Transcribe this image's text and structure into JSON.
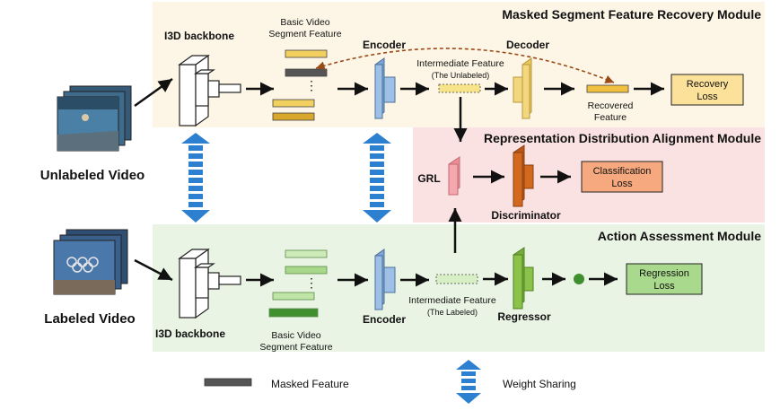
{
  "modules": {
    "recovery": {
      "title": "Masked Segment Feature Recovery Module",
      "color": "#fdf6e6"
    },
    "alignment": {
      "title": "Representation Distribution Alignment Module",
      "color": "#fbe2e2"
    },
    "assessment": {
      "title": "Action Assessment Module",
      "color": "#eaf4e4"
    }
  },
  "inputs": {
    "unlabeled": "Unlabeled Video",
    "labeled": "Labeled Video"
  },
  "top_branch": {
    "backbone": "I3D backbone",
    "segment_feature_line1": "Basic Video",
    "segment_feature_line2": "Segment Feature",
    "encoder": "Encoder",
    "intermediate_line1": "Intermediate Feature",
    "intermediate_line2": "(The Unlabeled)",
    "decoder": "Decoder",
    "recovered_line1": "Recovered",
    "recovered_line2": "Feature",
    "loss_line1": "Recovery",
    "loss_line2": "Loss"
  },
  "middle_branch": {
    "grl": "GRL",
    "discriminator": "Discriminator",
    "loss_line1": "Classification",
    "loss_line2": "Loss"
  },
  "bottom_branch": {
    "backbone": "I3D backbone",
    "segment_feature_line1": "Basic Video",
    "segment_feature_line2": "Segment Feature",
    "encoder": "Encoder",
    "intermediate_line1": "Intermediate Feature",
    "intermediate_line2": "(The Labeled)",
    "regressor": "Regressor",
    "loss_line1": "Regression",
    "loss_line2": "Loss"
  },
  "legend": {
    "masked": "Masked Feature",
    "sharing": "Weight Sharing"
  },
  "colors": {
    "arrow": "#111111",
    "weight_share": "#2d7fd0",
    "encoder": "#9ec0e6",
    "decoder": "#f3d77e",
    "grl": "#f4a7ae",
    "discriminator": "#d2691e",
    "regressor": "#8bc34a",
    "feature_yellow": "#f2d060",
    "feature_gold": "#d8a72c",
    "feature_green": "#a8d88a",
    "feature_darkgreen": "#3f8f2f",
    "feature_masked": "#555555",
    "recovery_loss": "#fce19a",
    "classification_loss": "#f6a97e",
    "regression_loss": "#a9d98c",
    "dashed_arc": "#9a4a16"
  }
}
